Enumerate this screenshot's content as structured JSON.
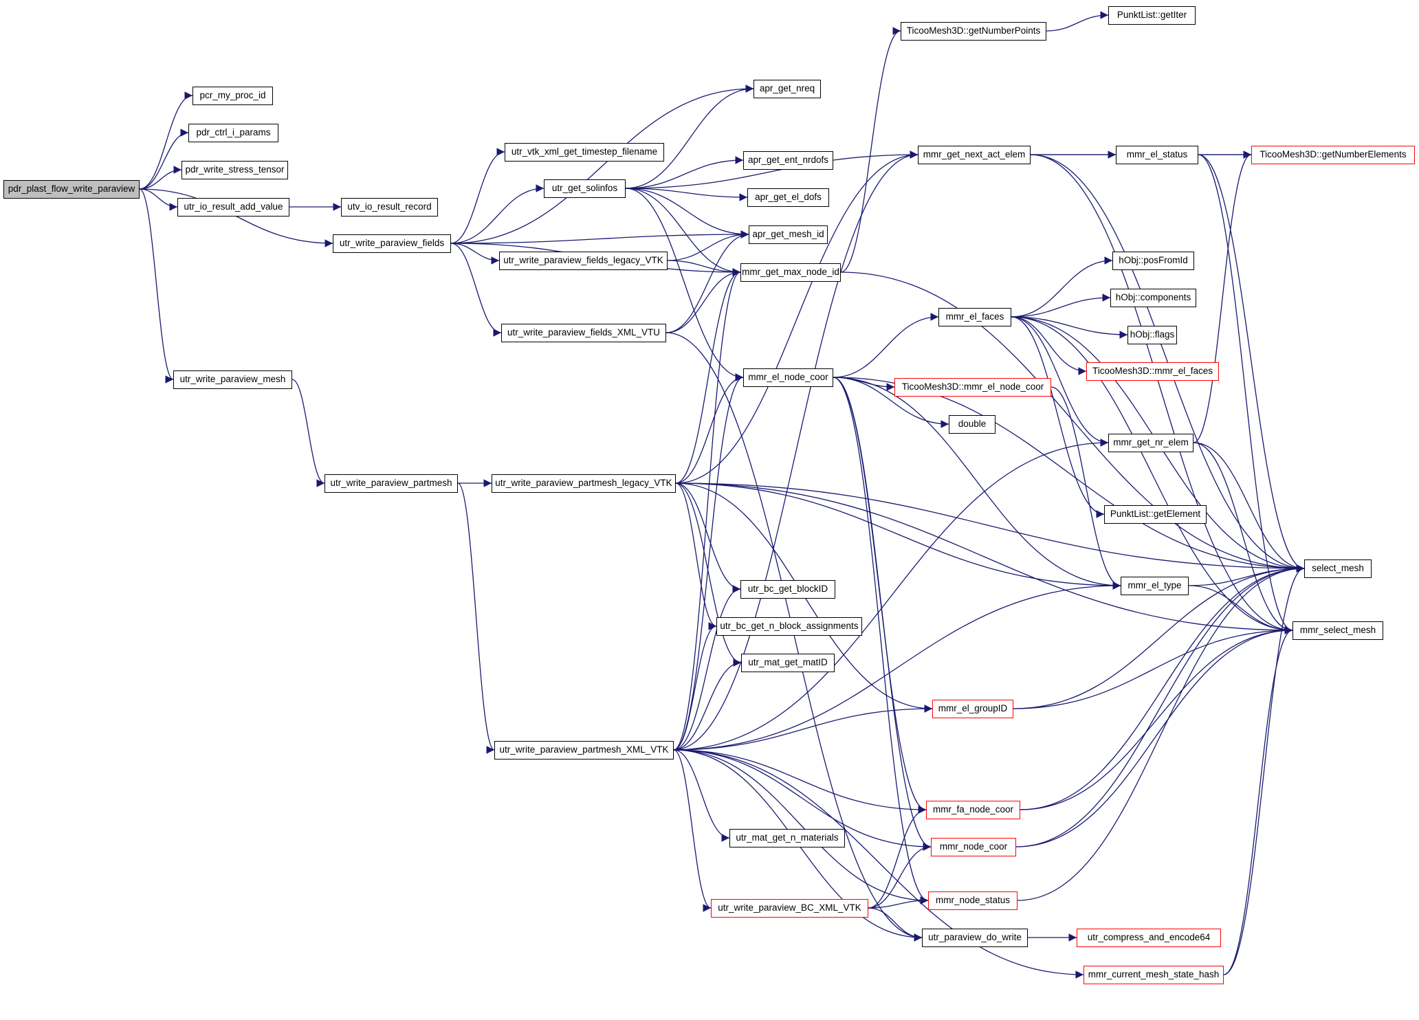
{
  "graph": {
    "colors": {
      "edge": "#191970",
      "node_border": "#000000",
      "truncated_border": "#ff0000",
      "root_fill": "#bfbfbf"
    },
    "nodes": [
      {
        "id": "root",
        "label": "pdr_plast_flow_write_paraview",
        "kind": "root"
      },
      {
        "id": "n1",
        "label": "pcr_my_proc_id"
      },
      {
        "id": "n2",
        "label": "pdr_ctrl_i_params"
      },
      {
        "id": "n3",
        "label": "pdr_write_stress_tensor"
      },
      {
        "id": "n4",
        "label": "utr_io_result_add_value"
      },
      {
        "id": "n5",
        "label": "utv_io_result_record"
      },
      {
        "id": "n6",
        "label": "utr_write_paraview_fields"
      },
      {
        "id": "n7",
        "label": "utr_write_paraview_mesh"
      },
      {
        "id": "n8",
        "label": "utr_write_paraview_partmesh"
      },
      {
        "id": "n9",
        "label": "utr_write_paraview_partmesh_legacy_VTK"
      },
      {
        "id": "n10",
        "label": "utr_write_paraview_partmesh_XML_VTK"
      },
      {
        "id": "n11",
        "label": "utr_vtk_xml_get_timestep_filename"
      },
      {
        "id": "n12",
        "label": "utr_get_solinfos"
      },
      {
        "id": "n13",
        "label": "utr_write_paraview_fields_legacy_VTK"
      },
      {
        "id": "n14",
        "label": "utr_write_paraview_fields_XML_VTU"
      },
      {
        "id": "n15",
        "label": "apr_get_nreq"
      },
      {
        "id": "n16",
        "label": "apr_get_ent_nrdofs"
      },
      {
        "id": "n17",
        "label": "apr_get_el_dofs"
      },
      {
        "id": "n18",
        "label": "apr_get_mesh_id"
      },
      {
        "id": "n19",
        "label": "mmr_get_max_node_id"
      },
      {
        "id": "n20",
        "label": "mmr_el_node_coor"
      },
      {
        "id": "n21",
        "label": "utr_bc_get_blockID"
      },
      {
        "id": "n22",
        "label": "utr_bc_get_n_block_assignments"
      },
      {
        "id": "n23",
        "label": "utr_mat_get_matID"
      },
      {
        "id": "n24",
        "label": "utr_mat_get_n_materials"
      },
      {
        "id": "n25",
        "label": "utr_write_paraview_BC_XML_VTK",
        "kind": "trunc"
      },
      {
        "id": "n26",
        "label": "TicooMesh3D::getNumberPoints"
      },
      {
        "id": "n27",
        "label": "mmr_get_next_act_elem"
      },
      {
        "id": "n28",
        "label": "mmr_el_faces"
      },
      {
        "id": "n29",
        "label": "TicooMesh3D::mmr_el_node_coor",
        "kind": "trunc"
      },
      {
        "id": "n30",
        "label": "double"
      },
      {
        "id": "n31",
        "label": "mmr_el_groupID",
        "kind": "trunc"
      },
      {
        "id": "n32",
        "label": "mmr_fa_node_coor",
        "kind": "trunc"
      },
      {
        "id": "n33",
        "label": "mmr_node_coor",
        "kind": "trunc"
      },
      {
        "id": "n34",
        "label": "mmr_node_status",
        "kind": "trunc"
      },
      {
        "id": "n35",
        "label": "utr_paraview_do_write"
      },
      {
        "id": "n36",
        "label": "mmr_current_mesh_state_hash",
        "kind": "trunc"
      },
      {
        "id": "n37",
        "label": "PunktList::getIter"
      },
      {
        "id": "n38",
        "label": "mmr_el_status"
      },
      {
        "id": "n39",
        "label": "hObj::posFromId"
      },
      {
        "id": "n40",
        "label": "hObj::components"
      },
      {
        "id": "n41",
        "label": "hObj::flags"
      },
      {
        "id": "n42",
        "label": "TicooMesh3D::mmr_el_faces",
        "kind": "trunc"
      },
      {
        "id": "n43",
        "label": "mmr_get_nr_elem"
      },
      {
        "id": "n44",
        "label": "PunktList::getElement"
      },
      {
        "id": "n45",
        "label": "mmr_el_type"
      },
      {
        "id": "n46",
        "label": "utr_compress_and_encode64",
        "kind": "trunc"
      },
      {
        "id": "n47",
        "label": "TicooMesh3D::getNumberElements",
        "kind": "trunc"
      },
      {
        "id": "n48",
        "label": "select_mesh"
      },
      {
        "id": "n49",
        "label": "mmr_select_mesh"
      }
    ],
    "edges": [
      [
        "root",
        "n1"
      ],
      [
        "root",
        "n2"
      ],
      [
        "root",
        "n3"
      ],
      [
        "root",
        "n4"
      ],
      [
        "root",
        "n6"
      ],
      [
        "root",
        "n7"
      ],
      [
        "n4",
        "n5"
      ],
      [
        "n6",
        "n11"
      ],
      [
        "n6",
        "n12"
      ],
      [
        "n6",
        "n13"
      ],
      [
        "n6",
        "n14"
      ],
      [
        "n6",
        "n15"
      ],
      [
        "n6",
        "n18"
      ],
      [
        "n6",
        "n19"
      ],
      [
        "n7",
        "n8"
      ],
      [
        "n8",
        "n9"
      ],
      [
        "n8",
        "n10"
      ],
      [
        "n12",
        "n15"
      ],
      [
        "n12",
        "n16"
      ],
      [
        "n12",
        "n17"
      ],
      [
        "n12",
        "n18"
      ],
      [
        "n12",
        "n19"
      ],
      [
        "n12",
        "n20"
      ],
      [
        "n12",
        "n27"
      ],
      [
        "n13",
        "n18"
      ],
      [
        "n13",
        "n19"
      ],
      [
        "n14",
        "n18"
      ],
      [
        "n14",
        "n19"
      ],
      [
        "n14",
        "n35"
      ],
      [
        "n9",
        "n19"
      ],
      [
        "n9",
        "n20"
      ],
      [
        "n9",
        "n21"
      ],
      [
        "n9",
        "n22"
      ],
      [
        "n9",
        "n23"
      ],
      [
        "n9",
        "n27"
      ],
      [
        "n9",
        "n31"
      ],
      [
        "n9",
        "n45"
      ],
      [
        "n9",
        "n48"
      ],
      [
        "n9",
        "n49"
      ],
      [
        "n10",
        "n19"
      ],
      [
        "n10",
        "n20"
      ],
      [
        "n10",
        "n21"
      ],
      [
        "n10",
        "n22"
      ],
      [
        "n10",
        "n23"
      ],
      [
        "n10",
        "n24"
      ],
      [
        "n10",
        "n25"
      ],
      [
        "n10",
        "n27"
      ],
      [
        "n10",
        "n31"
      ],
      [
        "n10",
        "n32"
      ],
      [
        "n10",
        "n33"
      ],
      [
        "n10",
        "n34"
      ],
      [
        "n10",
        "n35"
      ],
      [
        "n10",
        "n36"
      ],
      [
        "n10",
        "n43"
      ],
      [
        "n10",
        "n45"
      ],
      [
        "n19",
        "n26"
      ],
      [
        "n19",
        "n48"
      ],
      [
        "n20",
        "n28"
      ],
      [
        "n20",
        "n29"
      ],
      [
        "n20",
        "n30"
      ],
      [
        "n20",
        "n32"
      ],
      [
        "n20",
        "n33"
      ],
      [
        "n20",
        "n34"
      ],
      [
        "n20",
        "n45"
      ],
      [
        "n20",
        "n48"
      ],
      [
        "n25",
        "n32"
      ],
      [
        "n25",
        "n33"
      ],
      [
        "n25",
        "n34"
      ],
      [
        "n25",
        "n35"
      ],
      [
        "n26",
        "n37"
      ],
      [
        "n27",
        "n38"
      ],
      [
        "n27",
        "n47"
      ],
      [
        "n27",
        "n48"
      ],
      [
        "n27",
        "n49"
      ],
      [
        "n28",
        "n39"
      ],
      [
        "n28",
        "n40"
      ],
      [
        "n28",
        "n41"
      ],
      [
        "n28",
        "n42"
      ],
      [
        "n28",
        "n43"
      ],
      [
        "n28",
        "n44"
      ],
      [
        "n28",
        "n48"
      ],
      [
        "n28",
        "n49"
      ],
      [
        "n29",
        "n45"
      ],
      [
        "n31",
        "n48"
      ],
      [
        "n31",
        "n49"
      ],
      [
        "n32",
        "n48"
      ],
      [
        "n32",
        "n49"
      ],
      [
        "n33",
        "n48"
      ],
      [
        "n33",
        "n49"
      ],
      [
        "n34",
        "n48"
      ],
      [
        "n35",
        "n46"
      ],
      [
        "n36",
        "n48"
      ],
      [
        "n36",
        "n49"
      ],
      [
        "n38",
        "n47"
      ],
      [
        "n38",
        "n48"
      ],
      [
        "n38",
        "n49"
      ],
      [
        "n43",
        "n47"
      ],
      [
        "n43",
        "n48"
      ],
      [
        "n43",
        "n49"
      ],
      [
        "n45",
        "n48"
      ],
      [
        "n45",
        "n49"
      ]
    ]
  }
}
